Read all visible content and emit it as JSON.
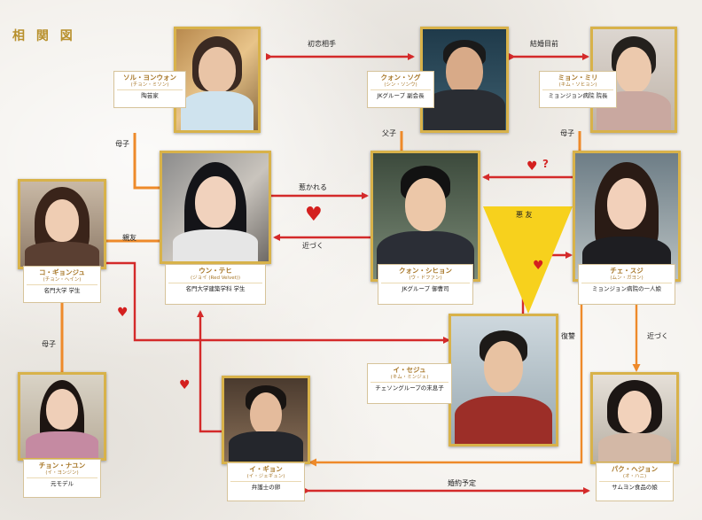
{
  "title": "相 関 図",
  "characters": [
    {
      "id": "sol",
      "name": "ソル・ヨンウォン",
      "reading": "(チョン・ミソン)",
      "role": "陶芸家"
    },
    {
      "id": "kwon_sogu",
      "name": "クォン・ソグ",
      "reading": "(シン・ソンウ)",
      "role": "JKグループ 副会長"
    },
    {
      "id": "min_miri",
      "name": "ミョン・ミリ",
      "reading": "(キム・ソヒョン)",
      "role": "ミョンジョン病院 院長"
    },
    {
      "id": "eun_tehi",
      "name": "ウン・テヒ",
      "reading": "(ジョイ (Red Velvet))",
      "role": "名門大学建築学科 学生"
    },
    {
      "id": "kwon_sihyon",
      "name": "クォン・シヒョン",
      "reading": "(ウ・ドファン)",
      "role": "JKグループ 御曹司"
    },
    {
      "id": "che_suji",
      "name": "チェ・スジ",
      "reading": "(ムン・ガヨン)",
      "role": "ミョンジョン病院の一人娘"
    },
    {
      "id": "ko_gyonju",
      "name": "コ・ギョンジュ",
      "reading": "(チョン・ヘイン)",
      "role": "名門大学 学生"
    },
    {
      "id": "i_seju",
      "name": "イ・セジュ",
      "reading": "(キム・ミンジェ)",
      "role": "チェソングループの末息子"
    },
    {
      "id": "chon_nayun",
      "name": "チョン・ナユン",
      "reading": "(イ・ヨンジン)",
      "role": "元モデル"
    },
    {
      "id": "i_gion",
      "name": "イ・ギョン",
      "reading": "(イ・ジェギュン)",
      "role": "弁護士の卵"
    },
    {
      "id": "pak_heyon",
      "name": "パク・ヘジョン",
      "reading": "(オ・ハニ)",
      "role": "サムヨン食品の娘"
    }
  ],
  "relations": {
    "first_love": "初恋相手",
    "marriage_target": "結婚目前",
    "mother_son_1": "母子",
    "father_son": "父子",
    "mother_son_2": "母子",
    "falls_for": "惹かれる",
    "approaches": "近づく",
    "bad_friends": "悪 友",
    "best_friend": "親友",
    "mother_son_3": "母子",
    "revenge": "復讐",
    "approaches_2": "近づく",
    "engaged": "婚約予定",
    "question_mark": "?"
  },
  "colors": {
    "red": "#d42a2a",
    "orange": "#ee8a2a",
    "gold": "#d8b24a",
    "yellow": "#f7d11d"
  }
}
